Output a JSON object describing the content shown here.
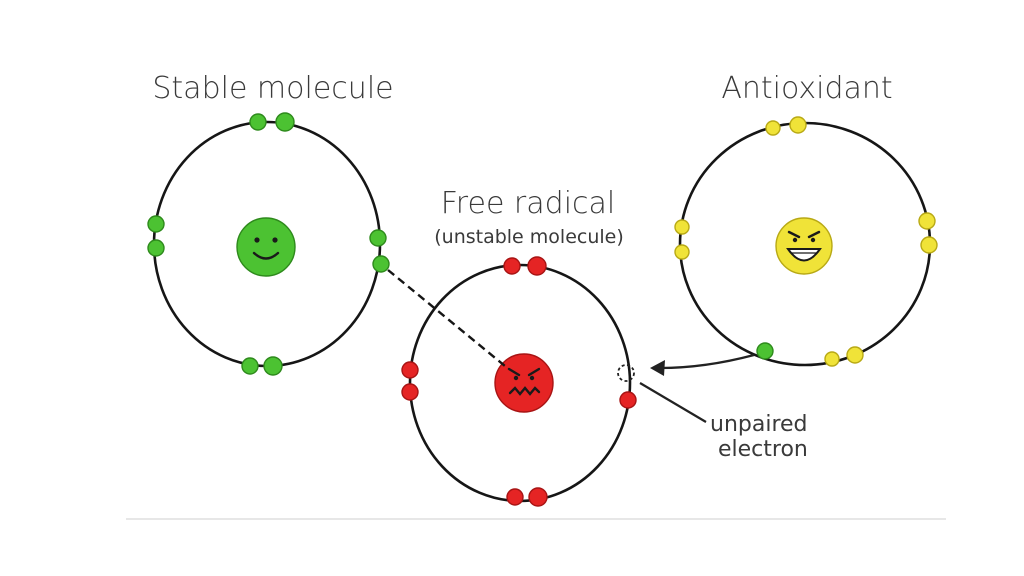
{
  "labels": {
    "stable_title": "Stable molecule",
    "free_radical_title": "Free radical",
    "free_radical_subtitle": "(unstable molecule)",
    "antioxidant_title": "Antioxidant",
    "unpaired_line1": "unpaired",
    "unpaired_line2": "electron"
  },
  "colors": {
    "stable": "#4cc232",
    "radical": "#e52424",
    "antioxidant": "#f0e338",
    "orbit": "#161616",
    "text": "#3a3a3a"
  },
  "icons": {
    "stable_nucleus": "smiley-face-icon",
    "radical_nucleus": "angry-face-icon",
    "antioxidant_nucleus": "grinning-face-icon"
  }
}
